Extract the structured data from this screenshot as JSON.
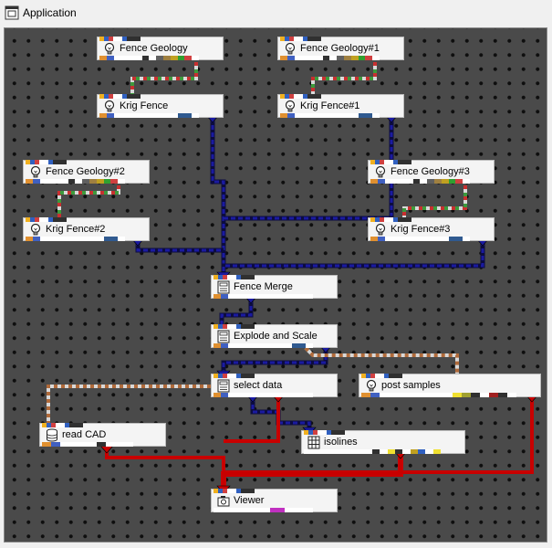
{
  "window": {
    "title": "Application",
    "icon": "application-window-icon"
  },
  "modules": [
    {
      "id": "fence-geology",
      "label": "Fence Geology",
      "icon": "lightbulb-icon"
    },
    {
      "id": "fence-geology-1",
      "label": "Fence Geology#1",
      "icon": "lightbulb-icon"
    },
    {
      "id": "krig-fence",
      "label": "Krig Fence",
      "icon": "lightbulb-icon"
    },
    {
      "id": "krig-fence-1",
      "label": "Krig Fence#1",
      "icon": "lightbulb-icon"
    },
    {
      "id": "fence-geology-2",
      "label": "Fence Geology#2",
      "icon": "lightbulb-icon"
    },
    {
      "id": "fence-geology-3",
      "label": "Fence Geology#3",
      "icon": "lightbulb-icon"
    },
    {
      "id": "krig-fence-2",
      "label": "Krig Fence#2",
      "icon": "lightbulb-icon"
    },
    {
      "id": "krig-fence-3",
      "label": "Krig Fence#3",
      "icon": "lightbulb-icon"
    },
    {
      "id": "fence-merge",
      "label": "Fence Merge",
      "icon": "document-module-icon"
    },
    {
      "id": "explode-and-scale",
      "label": "Explode and Scale",
      "icon": "document-module-icon"
    },
    {
      "id": "select-data",
      "label": "select data",
      "icon": "document-module-icon"
    },
    {
      "id": "post-samples",
      "label": "post samples",
      "icon": "lightbulb-icon"
    },
    {
      "id": "read-cad",
      "label": "read CAD",
      "icon": "database-icon"
    },
    {
      "id": "isolines",
      "label": "isolines",
      "icon": "grid-module-icon"
    },
    {
      "id": "viewer",
      "label": "Viewer",
      "icon": "camera-icon"
    }
  ],
  "colors": {
    "canvas_background": "#4a4a4a",
    "field_wire": "#1a1aa0",
    "renderable_wire": "#c80000",
    "geology_wire_stripes": [
      "#d8d8d8",
      "#c83030",
      "#3c9a3c",
      "#c89a30"
    ],
    "cad_wire_stripes": [
      "#d8d8d8",
      "#b06a3a"
    ]
  }
}
